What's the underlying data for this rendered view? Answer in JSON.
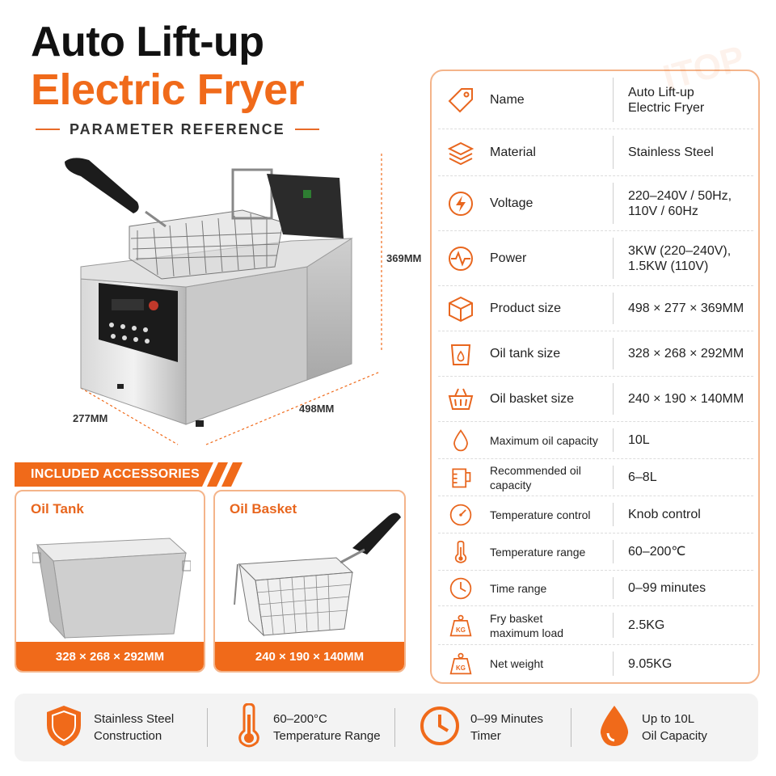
{
  "title": {
    "line1": "Auto Lift-up",
    "line2": "Electric Fryer",
    "subtitle": "PARAMETER REFERENCE"
  },
  "dimensions": {
    "height": "369MM",
    "length": "498MM",
    "depth": "277MM"
  },
  "watermark": "ITOP",
  "accessories": {
    "header": "INCLUDED ACCESSORIES",
    "items": [
      {
        "label": "Oil Tank",
        "caption": "328 × 268 × 292MM"
      },
      {
        "label": "Oil Basket",
        "caption": "240 × 190 × 140MM"
      }
    ]
  },
  "specs": [
    {
      "icon": "tag-icon",
      "name": "Name",
      "value_lines": [
        "Auto Lift-up",
        "Electric Fryer"
      ]
    },
    {
      "icon": "layers-icon",
      "name": "Material",
      "value_lines": [
        "Stainless Steel"
      ]
    },
    {
      "icon": "lightning-icon",
      "name": "Voltage",
      "value_lines": [
        "220–240V / 50Hz,",
        "110V / 60Hz"
      ]
    },
    {
      "icon": "pulse-icon",
      "name": "Power",
      "value_lines": [
        "3KW (220–240V),",
        "1.5KW (110V)"
      ]
    },
    {
      "icon": "box-icon",
      "name": "Product size",
      "value_lines": [
        "498 × 277 × 369MM"
      ]
    },
    {
      "icon": "tank-icon",
      "name": "Oil tank size",
      "value_lines": [
        "328 × 268 × 292MM"
      ]
    },
    {
      "icon": "basket-icon",
      "name": "Oil basket size",
      "value_lines": [
        "240 × 190 × 140MM"
      ]
    },
    {
      "icon": "drop-icon",
      "name": "Maximum oil capacity",
      "value_lines": [
        "10L"
      ]
    },
    {
      "icon": "measuring-cup-icon",
      "name": "Recommended oil capacity",
      "value_lines": [
        "6–8L"
      ]
    },
    {
      "icon": "gauge-icon",
      "name": "Temperature control",
      "value_lines": [
        "Knob control"
      ]
    },
    {
      "icon": "thermometer-icon",
      "name": "Temperature range",
      "value_lines": [
        "60–200℃"
      ]
    },
    {
      "icon": "clock-icon",
      "name": "Time range",
      "value_lines": [
        "0–99 minutes"
      ]
    },
    {
      "icon": "weight-icon",
      "name": "Fry basket maximum load",
      "name_lines": [
        "Fry basket",
        "maximum load"
      ],
      "value_lines": [
        "2.5KG"
      ]
    },
    {
      "icon": "weight-icon",
      "name": "Net weight",
      "value_lines": [
        "9.05KG"
      ]
    }
  ],
  "weight_icon_text": "KG",
  "features": [
    {
      "icon": "shield-icon",
      "lines": [
        "Stainless Steel",
        "Construction"
      ]
    },
    {
      "icon": "thermometer-icon",
      "lines": [
        "60–200°C",
        "Temperature Range"
      ]
    },
    {
      "icon": "clock-icon",
      "lines": [
        "0–99 Minutes",
        "Timer"
      ]
    },
    {
      "icon": "oil-drop-icon",
      "lines": [
        "Up to 10L",
        "Oil Capacity"
      ]
    }
  ],
  "colors": {
    "accent": "#f06a1a",
    "accent_light": "#f4b48a",
    "text": "#222222"
  }
}
